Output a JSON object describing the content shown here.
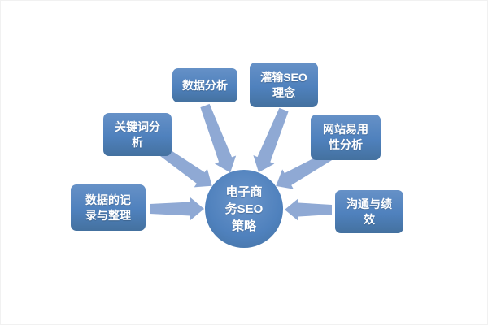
{
  "diagram": {
    "center": {
      "label": "电子商\n务SEO\n策略"
    },
    "nodes": [
      {
        "id": "data-analysis",
        "label": "数据分析"
      },
      {
        "id": "instill-seo-concept",
        "label": "灌输SEO\n理念"
      },
      {
        "id": "keyword-analysis",
        "label": "关键词分\n析"
      },
      {
        "id": "usability-analysis",
        "label": "网站易用\n性分析"
      },
      {
        "id": "data-recording",
        "label": "数据的记\n录与整理"
      },
      {
        "id": "communication",
        "label": "沟通与绩\n效"
      }
    ],
    "colors": {
      "box": "#4f81bd",
      "box_dark": "#44719f",
      "arrow": "#8fa9d4",
      "text": "#ffffff",
      "background": "#ffffff"
    }
  }
}
